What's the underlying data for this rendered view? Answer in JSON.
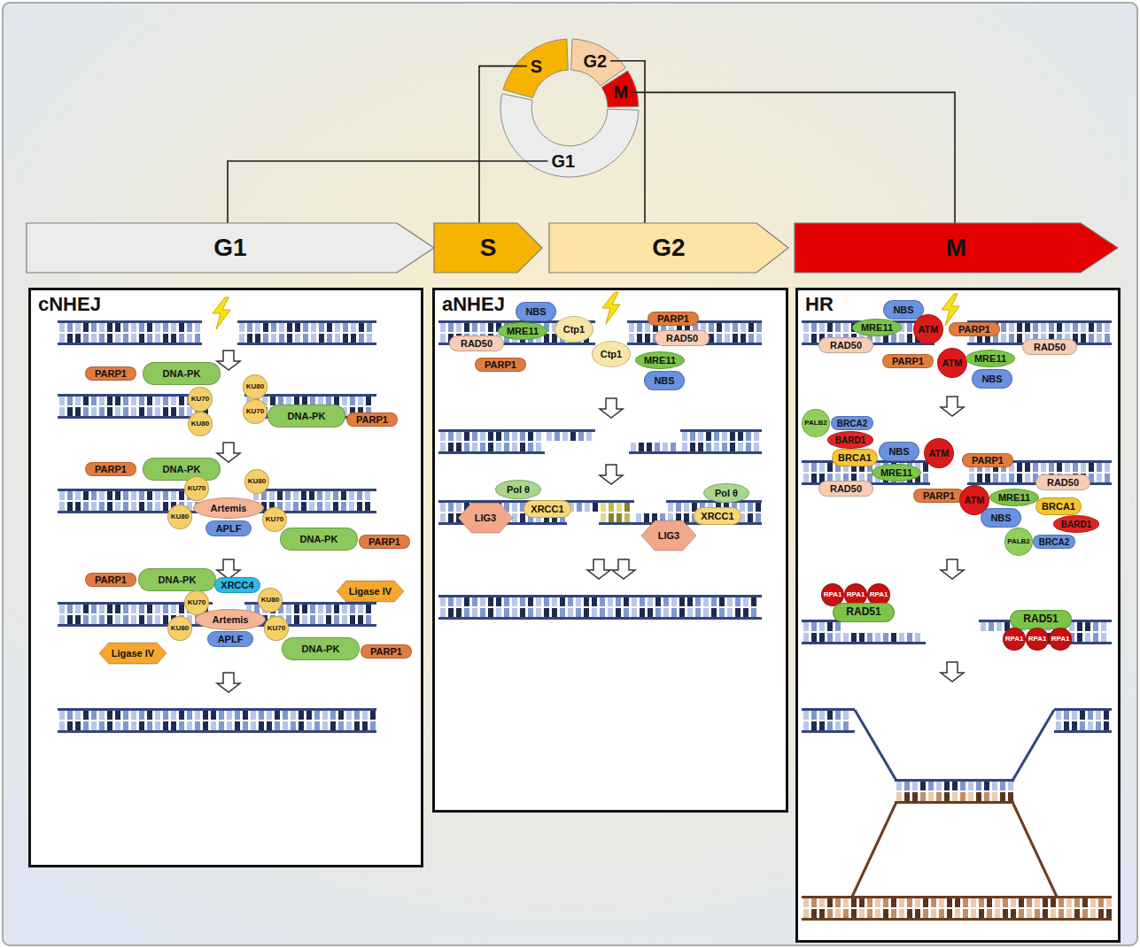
{
  "diagram": {
    "nodes": [
      {
        "text": [
          "S"
        ]
      },
      {
        "text": [
          "G2"
        ]
      },
      {
        "text": [
          "M"
        ]
      },
      {
        "text": [
          "G1"
        ]
      },
      {
        "text": [
          "G1"
        ]
      },
      {
        "text": [
          "S"
        ]
      },
      {
        "text": [
          "G2"
        ]
      },
      {
        "text": [
          "M"
        ]
      },
      {
        "text": [
          "cNHEJ"
        ]
      },
      {
        "text": [
          "PARP1"
        ],
        "in": 8
      },
      {
        "text": [
          "DNA-PK"
        ],
        "in": 8
      },
      {
        "text": [
          "KU70"
        ],
        "in": 8
      },
      {
        "text": [
          "KU80"
        ],
        "in": 8
      },
      {
        "text": [
          "KU80"
        ],
        "in": 8
      },
      {
        "text": [
          "KU70"
        ],
        "in": 8
      },
      {
        "text": [
          "DNA-PK"
        ],
        "in": 8
      },
      {
        "text": [
          "PARP1"
        ],
        "in": 8
      },
      {
        "text": [
          "PARP1"
        ],
        "in": 8
      },
      {
        "text": [
          "DNA-PK"
        ],
        "in": 8
      },
      {
        "text": [
          "KU70"
        ],
        "in": 8
      },
      {
        "text": [
          "KU80"
        ],
        "in": 8
      },
      {
        "text": [
          "Artemis"
        ],
        "in": 8
      },
      {
        "text": [
          "KU80"
        ],
        "in": 8
      },
      {
        "text": [
          "APLF"
        ],
        "in": 8
      },
      {
        "text": [
          "KU70"
        ],
        "in": 8
      },
      {
        "text": [
          "DNA-PK"
        ],
        "in": 8
      },
      {
        "text": [
          "PARP1"
        ],
        "in": 8
      },
      {
        "text": [
          "PARP1"
        ],
        "in": 8
      },
      {
        "text": [
          "DNA-PK"
        ],
        "in": 8
      },
      {
        "text": [
          "XRCC4"
        ],
        "in": 8
      },
      {
        "text": [
          "Ligase IV"
        ],
        "in": 8
      },
      {
        "text": [
          "KU70"
        ],
        "in": 8
      },
      {
        "text": [
          "KU80"
        ],
        "in": 8
      },
      {
        "text": [
          "Artemis"
        ],
        "in": 8
      },
      {
        "text": [
          "KU80"
        ],
        "in": 8
      },
      {
        "text": [
          "APLF"
        ],
        "in": 8
      },
      {
        "text": [
          "KU70"
        ],
        "in": 8
      },
      {
        "text": [
          "DNA-PK"
        ],
        "in": 8
      },
      {
        "text": [
          "Ligase IV"
        ],
        "in": 8
      },
      {
        "text": [
          "PARP1"
        ],
        "in": 8
      },
      {
        "text": [
          "aNHEJ"
        ]
      },
      {
        "text": [
          "NBS"
        ],
        "in": 40
      },
      {
        "text": [
          "MRE11"
        ],
        "in": 40
      },
      {
        "text": [
          "RAD50"
        ],
        "in": 40
      },
      {
        "text": [
          "Ctp1"
        ],
        "in": 40
      },
      {
        "text": [
          "PARP1"
        ],
        "in": 40
      },
      {
        "text": [
          "PARP1"
        ],
        "in": 40
      },
      {
        "text": [
          "RAD50"
        ],
        "in": 40
      },
      {
        "text": [
          "Ctp1"
        ],
        "in": 40
      },
      {
        "text": [
          "MRE11"
        ],
        "in": 40
      },
      {
        "text": [
          "NBS"
        ],
        "in": 40
      },
      {
        "text": [
          "Pol θ"
        ],
        "in": 40
      },
      {
        "text": [
          "XRCC1"
        ],
        "in": 40
      },
      {
        "text": [
          "LIG3"
        ],
        "in": 40
      },
      {
        "text": [
          "Pol θ"
        ],
        "in": 40
      },
      {
        "text": [
          "XRCC1"
        ],
        "in": 40
      },
      {
        "text": [
          "LIG3"
        ],
        "in": 40
      },
      {
        "text": [
          "HR"
        ]
      },
      {
        "text": [
          "NBS"
        ],
        "in": 57
      },
      {
        "text": [
          "MRE11"
        ],
        "in": 57
      },
      {
        "text": [
          "ATM"
        ],
        "in": 57
      },
      {
        "text": [
          "RAD50"
        ],
        "in": 57
      },
      {
        "text": [
          "PARP1"
        ],
        "in": 57
      },
      {
        "text": [
          "PARP1"
        ],
        "in": 57
      },
      {
        "text": [
          "ATM"
        ],
        "in": 57
      },
      {
        "text": [
          "MRE11"
        ],
        "in": 57
      },
      {
        "text": [
          "RAD50"
        ],
        "in": 57
      },
      {
        "text": [
          "NBS"
        ],
        "in": 57
      },
      {
        "text": [
          "PALB2"
        ],
        "in": 57
      },
      {
        "text": [
          "BRCA2"
        ],
        "in": 57
      },
      {
        "text": [
          "BARD1"
        ],
        "in": 57
      },
      {
        "text": [
          "BRCA1"
        ],
        "in": 57
      },
      {
        "text": [
          "NBS"
        ],
        "in": 57
      },
      {
        "text": [
          "ATM"
        ],
        "in": 57
      },
      {
        "text": [
          "MRE11"
        ],
        "in": 57
      },
      {
        "text": [
          "RAD50"
        ],
        "in": 57
      },
      {
        "text": [
          "PARP1"
        ],
        "in": 57
      },
      {
        "text": [
          "RAD50"
        ],
        "in": 57
      },
      {
        "text": [
          "PARP1"
        ],
        "in": 57
      },
      {
        "text": [
          "ATM"
        ],
        "in": 57
      },
      {
        "text": [
          "MRE11"
        ],
        "in": 57
      },
      {
        "text": [
          "NBS"
        ],
        "in": 57
      },
      {
        "text": [
          "BRCA1"
        ],
        "in": 57
      },
      {
        "text": [
          "BARD1"
        ],
        "in": 57
      },
      {
        "text": [
          "PALB2"
        ],
        "in": 57
      },
      {
        "text": [
          "BRCA2"
        ],
        "in": 57
      },
      {
        "text": [
          "RPA1"
        ],
        "in": 57
      },
      {
        "text": [
          "RPA1"
        ],
        "in": 57
      },
      {
        "text": [
          "RPA1"
        ],
        "in": 57
      },
      {
        "text": [
          "RAD51"
        ],
        "in": 57
      },
      {
        "text": [
          "RAD51"
        ],
        "in": 57
      },
      {
        "text": [
          "RPA1"
        ],
        "in": 57
      },
      {
        "text": [
          "RPA1"
        ],
        "in": 57
      },
      {
        "text": [
          "RPA1"
        ],
        "in": 57
      }
    ],
    "edges": [
      {
        "from": 3,
        "to": 4,
        "arrow": "none"
      },
      {
        "from": 0,
        "to": 5,
        "arrow": "none"
      },
      {
        "from": 1,
        "to": 6,
        "arrow": "none"
      },
      {
        "from": 2,
        "to": 7,
        "arrow": "none"
      }
    ]
  }
}
